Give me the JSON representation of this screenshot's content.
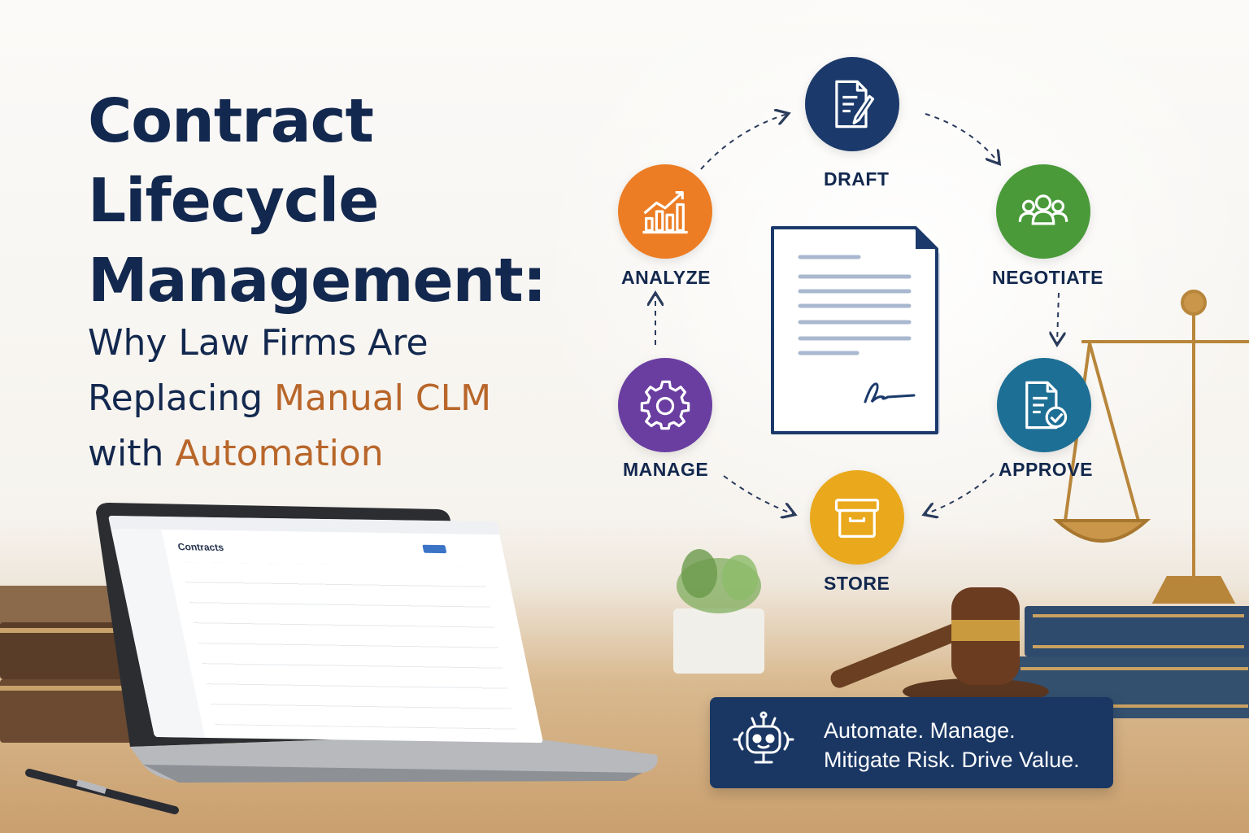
{
  "headline": {
    "title_lines": [
      "Contract",
      "Lifecycle",
      "Management:"
    ],
    "subtitle": {
      "line1": "Why Law Firms Are",
      "line2_pre": "Replacing ",
      "line2_accent": "Manual CLM",
      "line3_pre": "with ",
      "line3_accent": "Automation"
    }
  },
  "cycle": {
    "stages": [
      {
        "label": "DRAFT",
        "color": "#1b3a6b",
        "icon": "document-pen-icon"
      },
      {
        "label": "NEGOTIATE",
        "color": "#4a9a3a",
        "icon": "people-group-icon"
      },
      {
        "label": "APPROVE",
        "color": "#1e6f95",
        "icon": "document-check-icon"
      },
      {
        "label": "STORE",
        "color": "#eaa91d",
        "icon": "archive-box-icon"
      },
      {
        "label": "MANAGE",
        "color": "#6a3ea1",
        "icon": "gear-icon"
      },
      {
        "label": "ANALYZE",
        "color": "#ec7d24",
        "icon": "bar-chart-growth-icon"
      }
    ],
    "center_icon": "signed-contract-icon"
  },
  "laptop": {
    "screen_title": "Contracts"
  },
  "tagline": {
    "line1": "Automate. Manage.",
    "line2": "Mitigate Risk. Drive Value.",
    "icon": "robot-icon"
  },
  "colors": {
    "navy": "#13284e",
    "accent": "#b8662a",
    "panel": "#1a3764"
  }
}
